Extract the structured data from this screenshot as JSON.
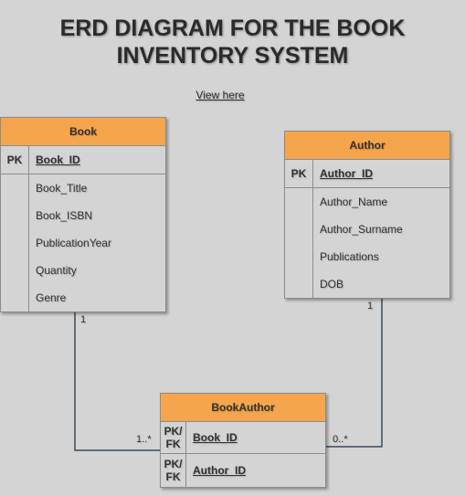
{
  "title": {
    "line1": "ERD DIAGRAM FOR THE BOOK",
    "line2": "INVENTORY SYSTEM"
  },
  "link": {
    "label": "View here"
  },
  "book": {
    "name": "Book",
    "pk_label": "PK",
    "pk_field": "Book_ID",
    "attributes": [
      "Book_Title",
      "Book_ISBN",
      "PublicationYear",
      "Quantity",
      "Genre"
    ]
  },
  "author": {
    "name": "Author",
    "pk_label": "PK",
    "pk_field": "Author_ID",
    "attributes": [
      "Author_Name",
      "Author_Surname",
      "Publications",
      "DOB"
    ]
  },
  "bookauthor": {
    "name": "BookAuthor",
    "keys": [
      {
        "label": "PK/\nFK",
        "field": "Book_ID"
      },
      {
        "label": "PK/\nFK",
        "field": "Author_ID"
      }
    ]
  },
  "cardinality": {
    "book_side": "1",
    "bookauthor_left": "1..*",
    "author_side": "1",
    "bookauthor_right": "0..*"
  },
  "colors": {
    "header": "#f5a54b",
    "background": "#d4d4d4",
    "border": "#8c8c8c",
    "line": "#3a4a5a"
  }
}
